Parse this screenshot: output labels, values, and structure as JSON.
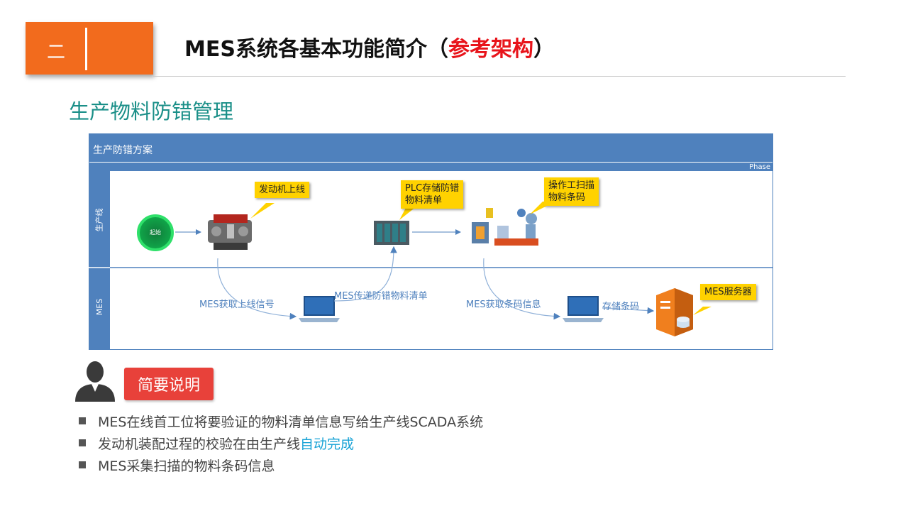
{
  "header": {
    "section_number": "二",
    "title_prefix": "MES系统各基本功能简介（",
    "title_highlight": "参考架构",
    "title_suffix": "）",
    "title_highlight_color": "#e8141b",
    "tab_color": "#f26b1d"
  },
  "subtitle": "生产物料防错管理",
  "diagram": {
    "pool_title": "生产防错方案",
    "phase_label": "Phase",
    "lanes": [
      "生产线",
      "MES"
    ],
    "start_label": "起始",
    "notes": {
      "engine_online": "发动机上线",
      "plc_store_line1": "PLC存储防错",
      "plc_store_line2": "物料清单",
      "operator_scan_line1": "操作工扫描",
      "operator_scan_line2": "物料条码",
      "mes_server": "MES服务器"
    },
    "flows": {
      "get_online_signal": "MES获取上线信号",
      "pass_material_list": "MES传递防错物料清单",
      "get_barcode_info": "MES获取条码信息",
      "store_barcode": "存储条码"
    },
    "icons": [
      "start-event-icon",
      "engine-icon",
      "plc-icon",
      "scanning-station-icon",
      "laptop-icon",
      "server-icon"
    ],
    "colors": {
      "header": "#4f81bd",
      "note": "#ffd200",
      "start": "#1ec05a",
      "server": "#f07f1e"
    }
  },
  "summary": {
    "button_label": "简要说明",
    "button_color": "#e8413a",
    "bullets": [
      {
        "text": "MES在线首工位将要验证的物料清单信息写给生产线SCADA系统"
      },
      {
        "text": "发动机装配过程的校验在由生产线",
        "link": "自动完成"
      },
      {
        "text": "MES采集扫描的物料条码信息"
      }
    ]
  }
}
